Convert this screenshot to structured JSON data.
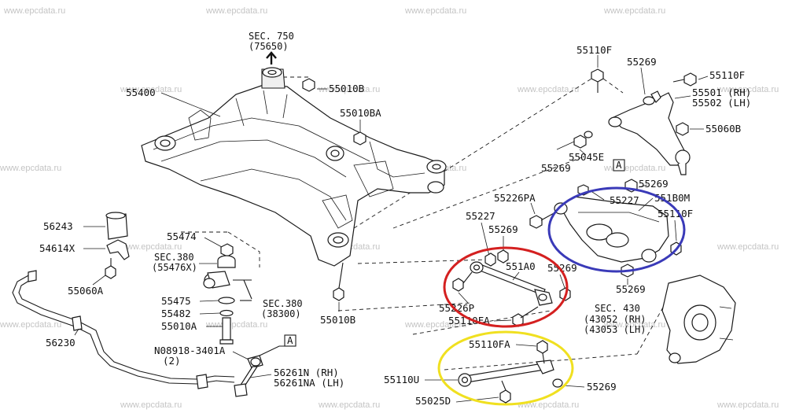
{
  "watermark": "www.epcdata.ru",
  "labels": {
    "sec750": "SEC. 750",
    "sec750_sub": "(75650)",
    "p55400": "55400",
    "p55010B_top": "55010B",
    "p55010BA": "55010BA",
    "p55110F_top": "55110F",
    "p55269_top": "55269",
    "p55110F_right": "55110F",
    "p55501": "55501 (RH)",
    "p55502": "55502 (LH)",
    "p55060B": "55060B",
    "p55045E": "55045E",
    "p55269_mid": "55269",
    "boxA_right": "A",
    "p55269_a": "55269",
    "p55226PA": "55226PA",
    "p55227_left": "55227",
    "p55227_right": "55227",
    "p551B0M": "551B0M",
    "p55110F_arm": "55110F",
    "p55269_left": "55269",
    "p551A0": "551A0",
    "p55269_red": "55269",
    "p55226P": "55226P",
    "p55110FA_red": "55110FA",
    "p55269_blue": "55269",
    "sec430": "SEC. 430",
    "sec430_rh": "(43052 (RH)",
    "sec430_lh": "(43053 (LH)",
    "p55110FA_yel": "55110FA",
    "p55110U": "55110U",
    "p55269_yel": "55269",
    "p55025D": "55025D",
    "p55010B_bot": "55010B",
    "p56243": "56243",
    "p54614X": "54614X",
    "p55060A": "55060A",
    "p55474": "55474",
    "sec380a": "SEC.380",
    "sec380a_sub": "(55476X)",
    "p55475": "55475",
    "p55482": "55482",
    "p55010A": "55010A",
    "sec380b": "SEC.380",
    "sec380b_sub": "(38300)",
    "p56230": "56230",
    "p08918": "N08918-3401A",
    "p08918_qty": "(2)",
    "boxA_left": "A",
    "p56261N": "56261N (RH)",
    "p56261NA": "56261NA (LH)"
  },
  "highlights": {
    "red": "#d42020",
    "blue": "#3a3ab8",
    "yellow": "#f0e020"
  }
}
